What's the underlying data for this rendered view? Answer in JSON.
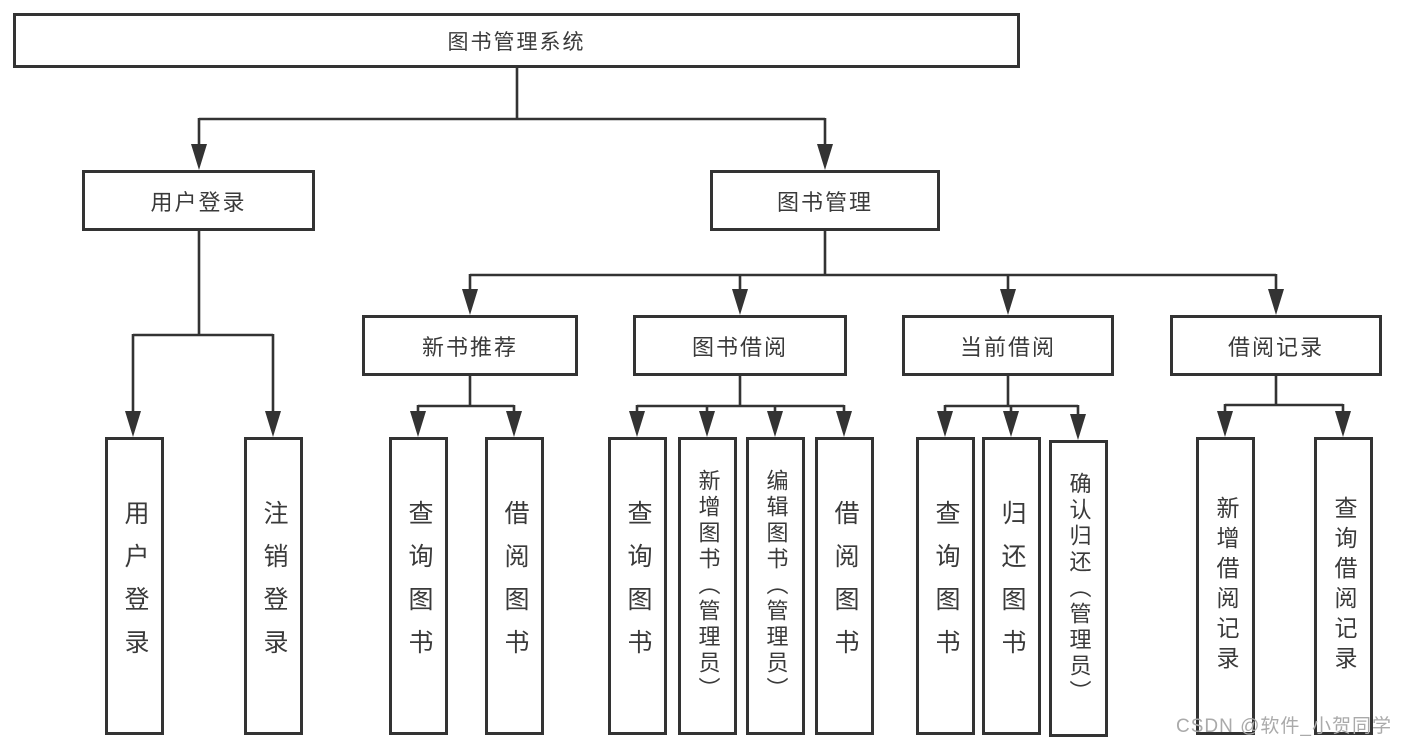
{
  "diagram": {
    "root": {
      "label": "图书管理系统"
    },
    "level2": [
      {
        "label": "用户登录"
      },
      {
        "label": "图书管理"
      }
    ],
    "level3": [
      {
        "label": "新书推荐"
      },
      {
        "label": "图书借阅"
      },
      {
        "label": "当前借阅"
      },
      {
        "label": "借阅记录"
      }
    ],
    "leaves": [
      {
        "label": "用户登录",
        "parent": "用户登录"
      },
      {
        "label": "注销登录",
        "parent": "用户登录"
      },
      {
        "label": "查询图书",
        "parent": "新书推荐"
      },
      {
        "label": "借阅图书",
        "parent": "新书推荐"
      },
      {
        "label": "查询图书",
        "parent": "图书借阅"
      },
      {
        "label": "新增图书（管理员）",
        "parent": "图书借阅"
      },
      {
        "label": "编辑图书（管理员）",
        "parent": "图书借阅"
      },
      {
        "label": "借阅图书",
        "parent": "图书借阅"
      },
      {
        "label": "查询图书",
        "parent": "当前借阅"
      },
      {
        "label": "归还图书",
        "parent": "当前借阅"
      },
      {
        "label": "确认归还（管理员）",
        "parent": "当前借阅"
      },
      {
        "label": "新增借阅记录",
        "parent": "借阅记录"
      },
      {
        "label": "查询借阅记录",
        "parent": "借阅记录"
      }
    ]
  },
  "watermark": {
    "text": "CSDN @软件_小贺同学"
  },
  "colors": {
    "line": "#333333",
    "text": "#3a3a3a",
    "watermark": "#aaaaaa",
    "background": "#ffffff"
  }
}
